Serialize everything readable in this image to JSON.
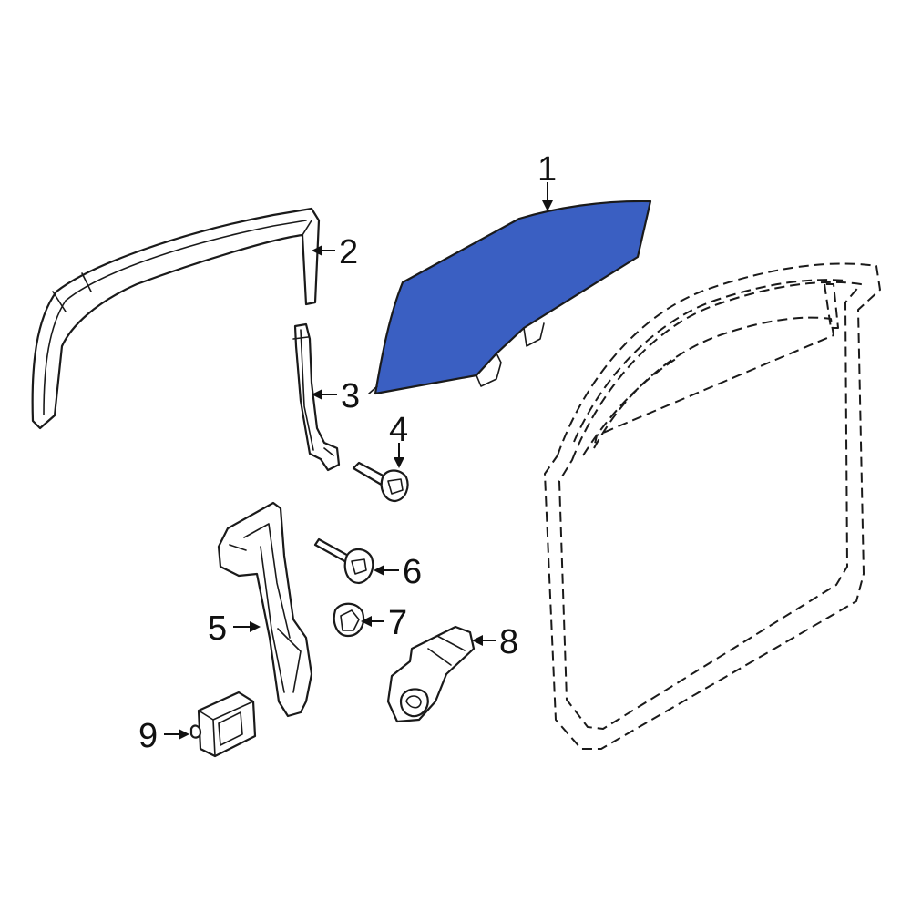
{
  "diagram": {
    "callouts": {
      "c1": "1",
      "c2": "2",
      "c3": "3",
      "c4": "4",
      "c5": "5",
      "c6": "6",
      "c7": "7",
      "c8": "8",
      "c9": "9"
    },
    "colors": {
      "highlight": "#3a5fc2",
      "line": "#1a1a1a",
      "background": "#ffffff"
    }
  }
}
